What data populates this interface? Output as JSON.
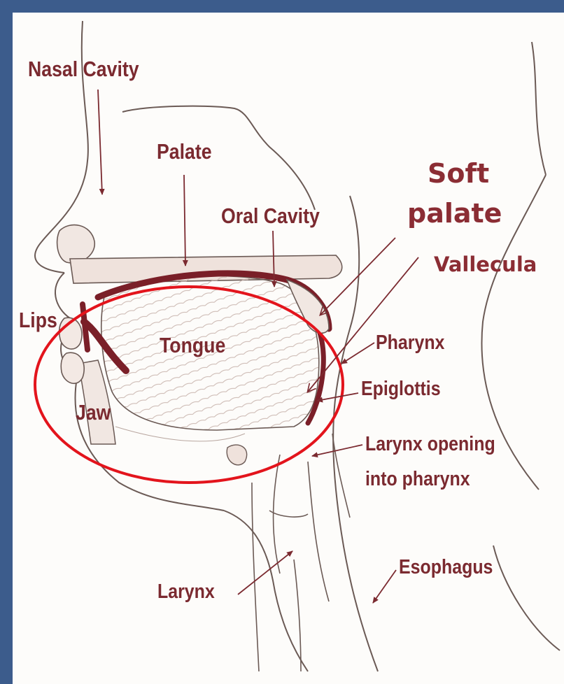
{
  "labels": {
    "nasal_cavity": "Nasal Cavity",
    "palate": "Palate",
    "oral_cavity": "Oral Cavity",
    "soft_palate_line1": "Soft",
    "soft_palate_line2": "palate",
    "vallecula": "Vallecula",
    "lips": "Lips",
    "tongue": "Tongue",
    "jaw": "Jaw",
    "pharynx": "Pharynx",
    "epiglottis": "Epiglottis",
    "larynx_opening_line1": "Larynx opening",
    "larynx_opening_line2": "into pharynx",
    "larynx": "Larynx",
    "esophagus": "Esophagus"
  },
  "colors": {
    "background": "#3c5c8c",
    "panel": "#fdfcfa",
    "label_text": "#7b2a30",
    "highlight_ellipse": "#e3141c",
    "tissue_dark": "#7a1f28",
    "outline": "#6b5a55"
  }
}
